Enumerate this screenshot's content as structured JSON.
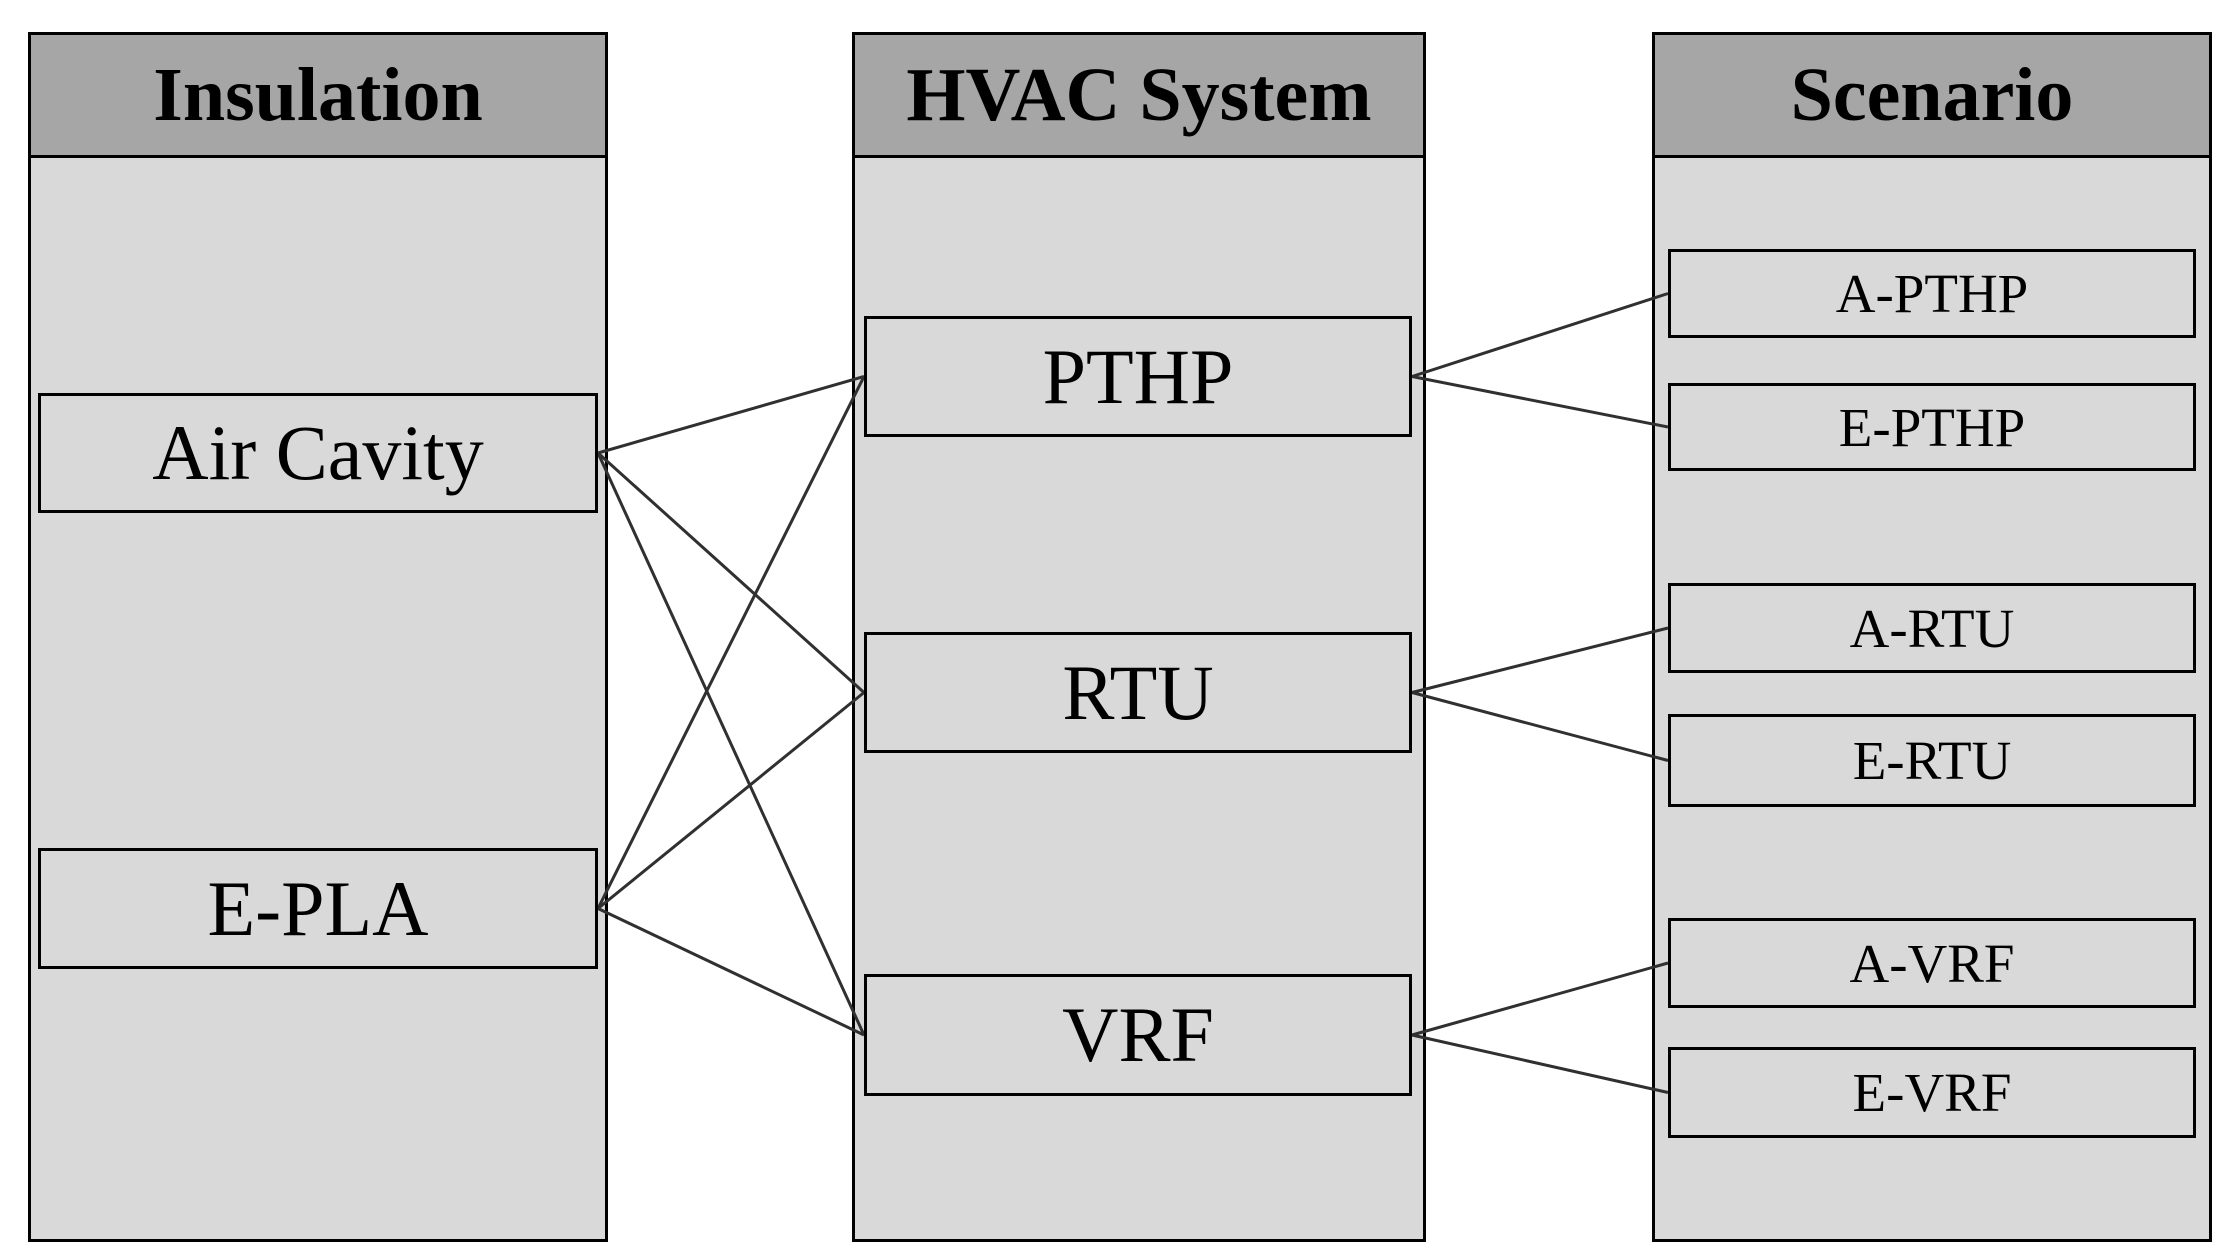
{
  "diagram": {
    "columns": [
      {
        "id": "insulation",
        "title": "Insulation",
        "nodes": [
          {
            "id": "air-cavity",
            "label": "Air Cavity"
          },
          {
            "id": "e-pla",
            "label": "E-PLA"
          }
        ]
      },
      {
        "id": "hvac",
        "title": "HVAC System",
        "nodes": [
          {
            "id": "pthp",
            "label": "PTHP"
          },
          {
            "id": "rtu",
            "label": "RTU"
          },
          {
            "id": "vrf",
            "label": "VRF"
          }
        ]
      },
      {
        "id": "scenario",
        "title": "Scenario",
        "nodes": [
          {
            "id": "a-pthp",
            "label": "A-PTHP"
          },
          {
            "id": "e-pthp",
            "label": "E-PTHP"
          },
          {
            "id": "a-rtu",
            "label": "A-RTU"
          },
          {
            "id": "e-rtu",
            "label": "E-RTU"
          },
          {
            "id": "a-vrf",
            "label": "A-VRF"
          },
          {
            "id": "e-vrf",
            "label": "E-VRF"
          }
        ]
      }
    ],
    "connections": [
      {
        "from": "air-cavity",
        "to": "pthp"
      },
      {
        "from": "air-cavity",
        "to": "rtu"
      },
      {
        "from": "air-cavity",
        "to": "vrf"
      },
      {
        "from": "e-pla",
        "to": "pthp"
      },
      {
        "from": "e-pla",
        "to": "rtu"
      },
      {
        "from": "e-pla",
        "to": "vrf"
      },
      {
        "from": "pthp",
        "to": "a-pthp"
      },
      {
        "from": "pthp",
        "to": "e-pthp"
      },
      {
        "from": "rtu",
        "to": "a-rtu"
      },
      {
        "from": "rtu",
        "to": "e-rtu"
      },
      {
        "from": "vrf",
        "to": "a-vrf"
      },
      {
        "from": "vrf",
        "to": "e-vrf"
      }
    ],
    "colors": {
      "header_fill": "#a6a6a6",
      "body_fill": "#d9d9d9",
      "border": "#000000",
      "line": "#303030"
    }
  }
}
